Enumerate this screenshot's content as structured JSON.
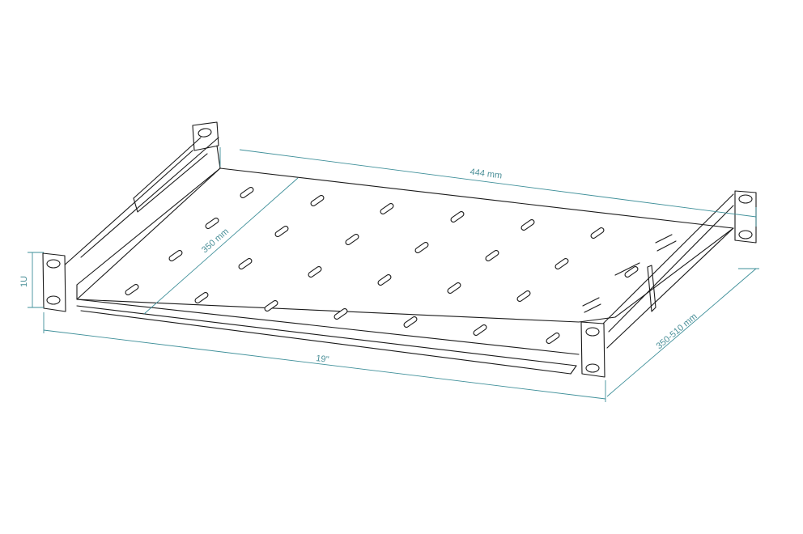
{
  "dimensions": {
    "width_label": "444 mm",
    "depth_label": "350 mm",
    "height_label": "1U",
    "rack_label": "19\"",
    "adjustable_depth_label": "350-510 mm"
  },
  "colors": {
    "outline": "#1a1a1a",
    "dimension": "#3e8f99"
  }
}
